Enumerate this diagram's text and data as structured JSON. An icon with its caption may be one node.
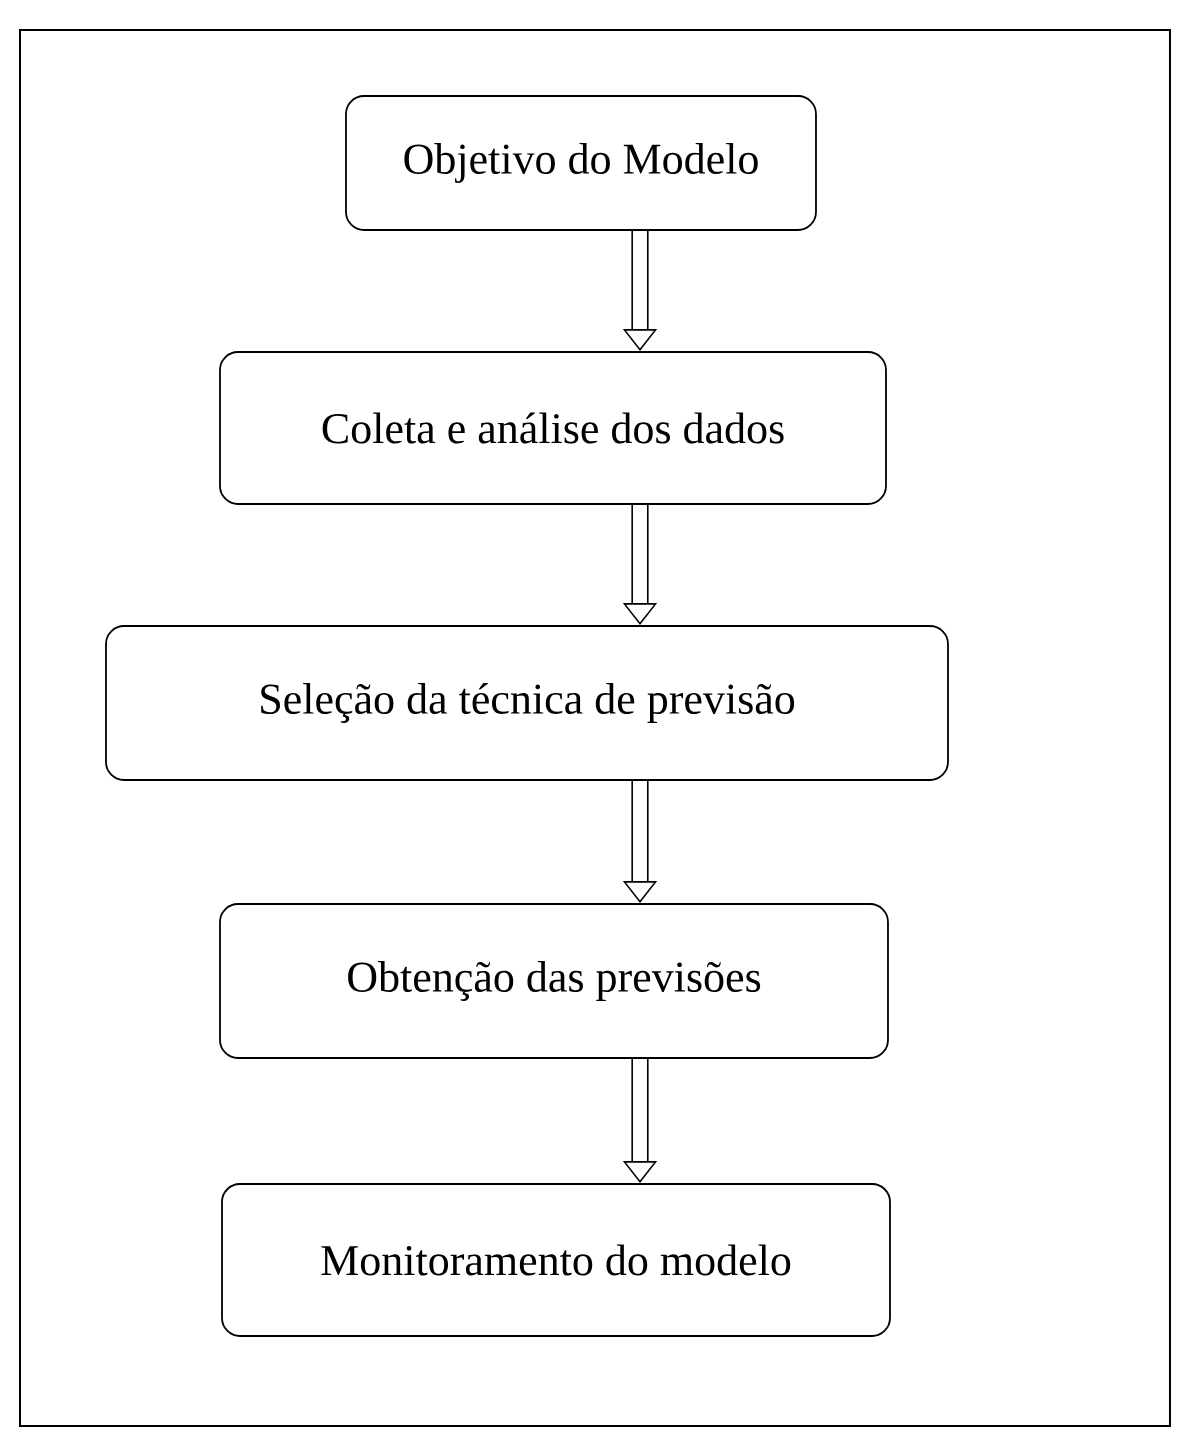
{
  "diagram": {
    "nodes": [
      {
        "text": [
          "Objetivo do Modelo"
        ]
      },
      {
        "text": [
          "Coleta e análise dos dados"
        ]
      },
      {
        "text": [
          "Seleção da técnica de previsão"
        ]
      },
      {
        "text": [
          "Obtenção das previsões"
        ]
      },
      {
        "text": [
          "Monitoramento do modelo"
        ]
      }
    ],
    "edges": [
      {
        "from": 0,
        "to": 1,
        "arrow": "to"
      },
      {
        "from": 1,
        "to": 2,
        "arrow": "to"
      },
      {
        "from": 2,
        "to": 3,
        "arrow": "to"
      },
      {
        "from": 3,
        "to": 4,
        "arrow": "to"
      }
    ]
  }
}
